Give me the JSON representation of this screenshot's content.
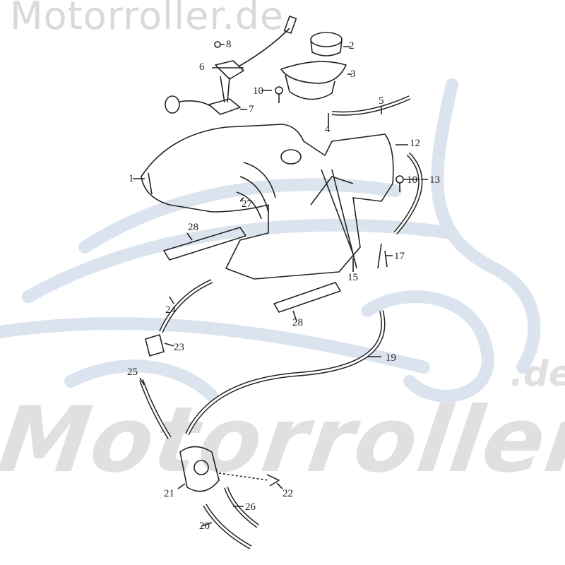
{
  "watermark": {
    "top": "Motorroller.de",
    "bottom": "Motorroller",
    "bottom_suffix": ".de"
  },
  "colors": {
    "line": "#222222",
    "watermark_swoosh": "#dbe4ee",
    "watermark_text": "#d9d9d9"
  },
  "callouts": [
    "1",
    "2",
    "3",
    "4",
    "5",
    "6",
    "7",
    "8",
    "10",
    "10",
    "12",
    "13",
    "15",
    "17",
    "19",
    "20",
    "21",
    "22",
    "23",
    "24",
    "25",
    "26",
    "27",
    "28",
    "28"
  ]
}
